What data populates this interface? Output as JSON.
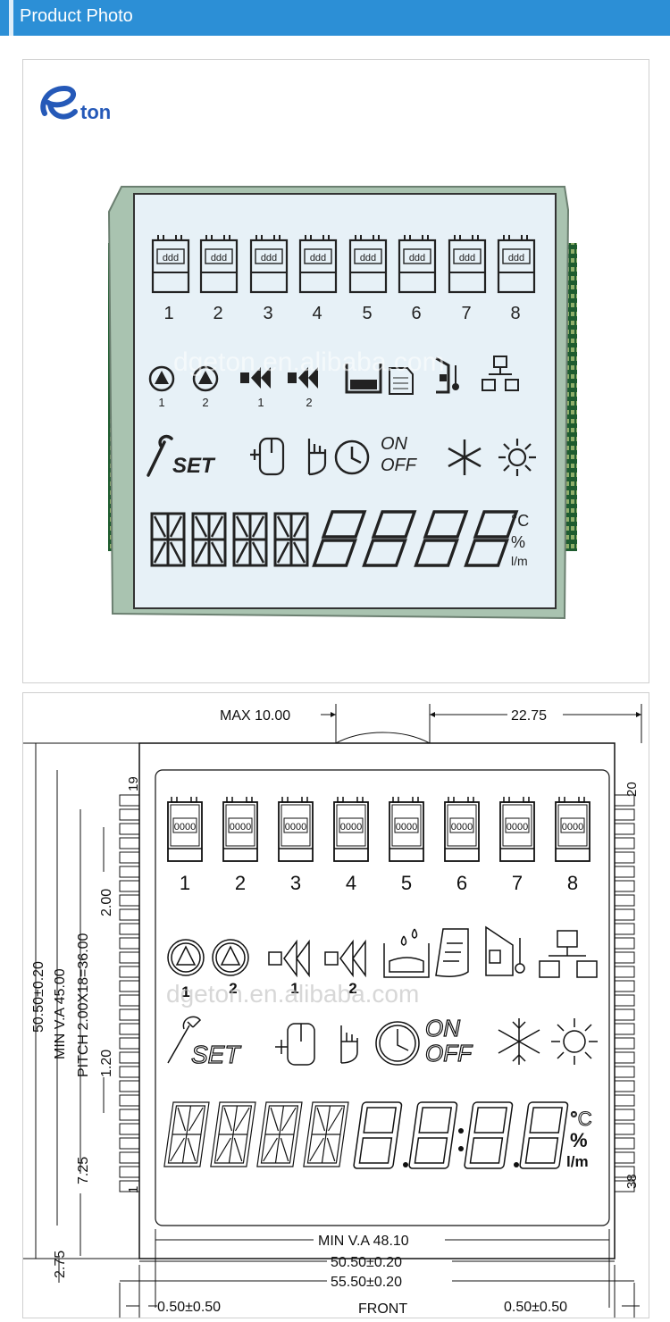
{
  "header": {
    "title": "Product Photo"
  },
  "logo": {
    "text": "ton"
  },
  "watermark": "dgeton.en.alibaba.com",
  "lcd": {
    "channels": [
      "1",
      "2",
      "3",
      "4",
      "5",
      "6",
      "7",
      "8"
    ],
    "pump_nums": [
      "1",
      "2",
      "1",
      "2"
    ],
    "set_label": "SET",
    "on_label": "ON",
    "off_label": "OFF",
    "unit_c": "°C",
    "unit_pct": "%",
    "unit_lm": "l/m"
  },
  "drawing": {
    "max": "MAX  10.00",
    "top_right": "22.75",
    "height_total": "50.50±0.20",
    "min_va_h": "MIN V.A  45.00",
    "pitch": "PITCH  2.00X18=36.00",
    "dim_200": "2.00",
    "dim_120": "1.20",
    "dim_725": "7.25",
    "dim_275": "2.75",
    "pin_19": "19",
    "pin_20": "20",
    "pin_1": "1",
    "pin_38": "38",
    "min_va_w": "MIN  V.A  48.10",
    "width_glass": "50.50±0.20",
    "width_total": "55.50±0.20",
    "left_gap": "0.50±0.50",
    "right_gap": "0.50±0.50",
    "front": "FRONT"
  }
}
